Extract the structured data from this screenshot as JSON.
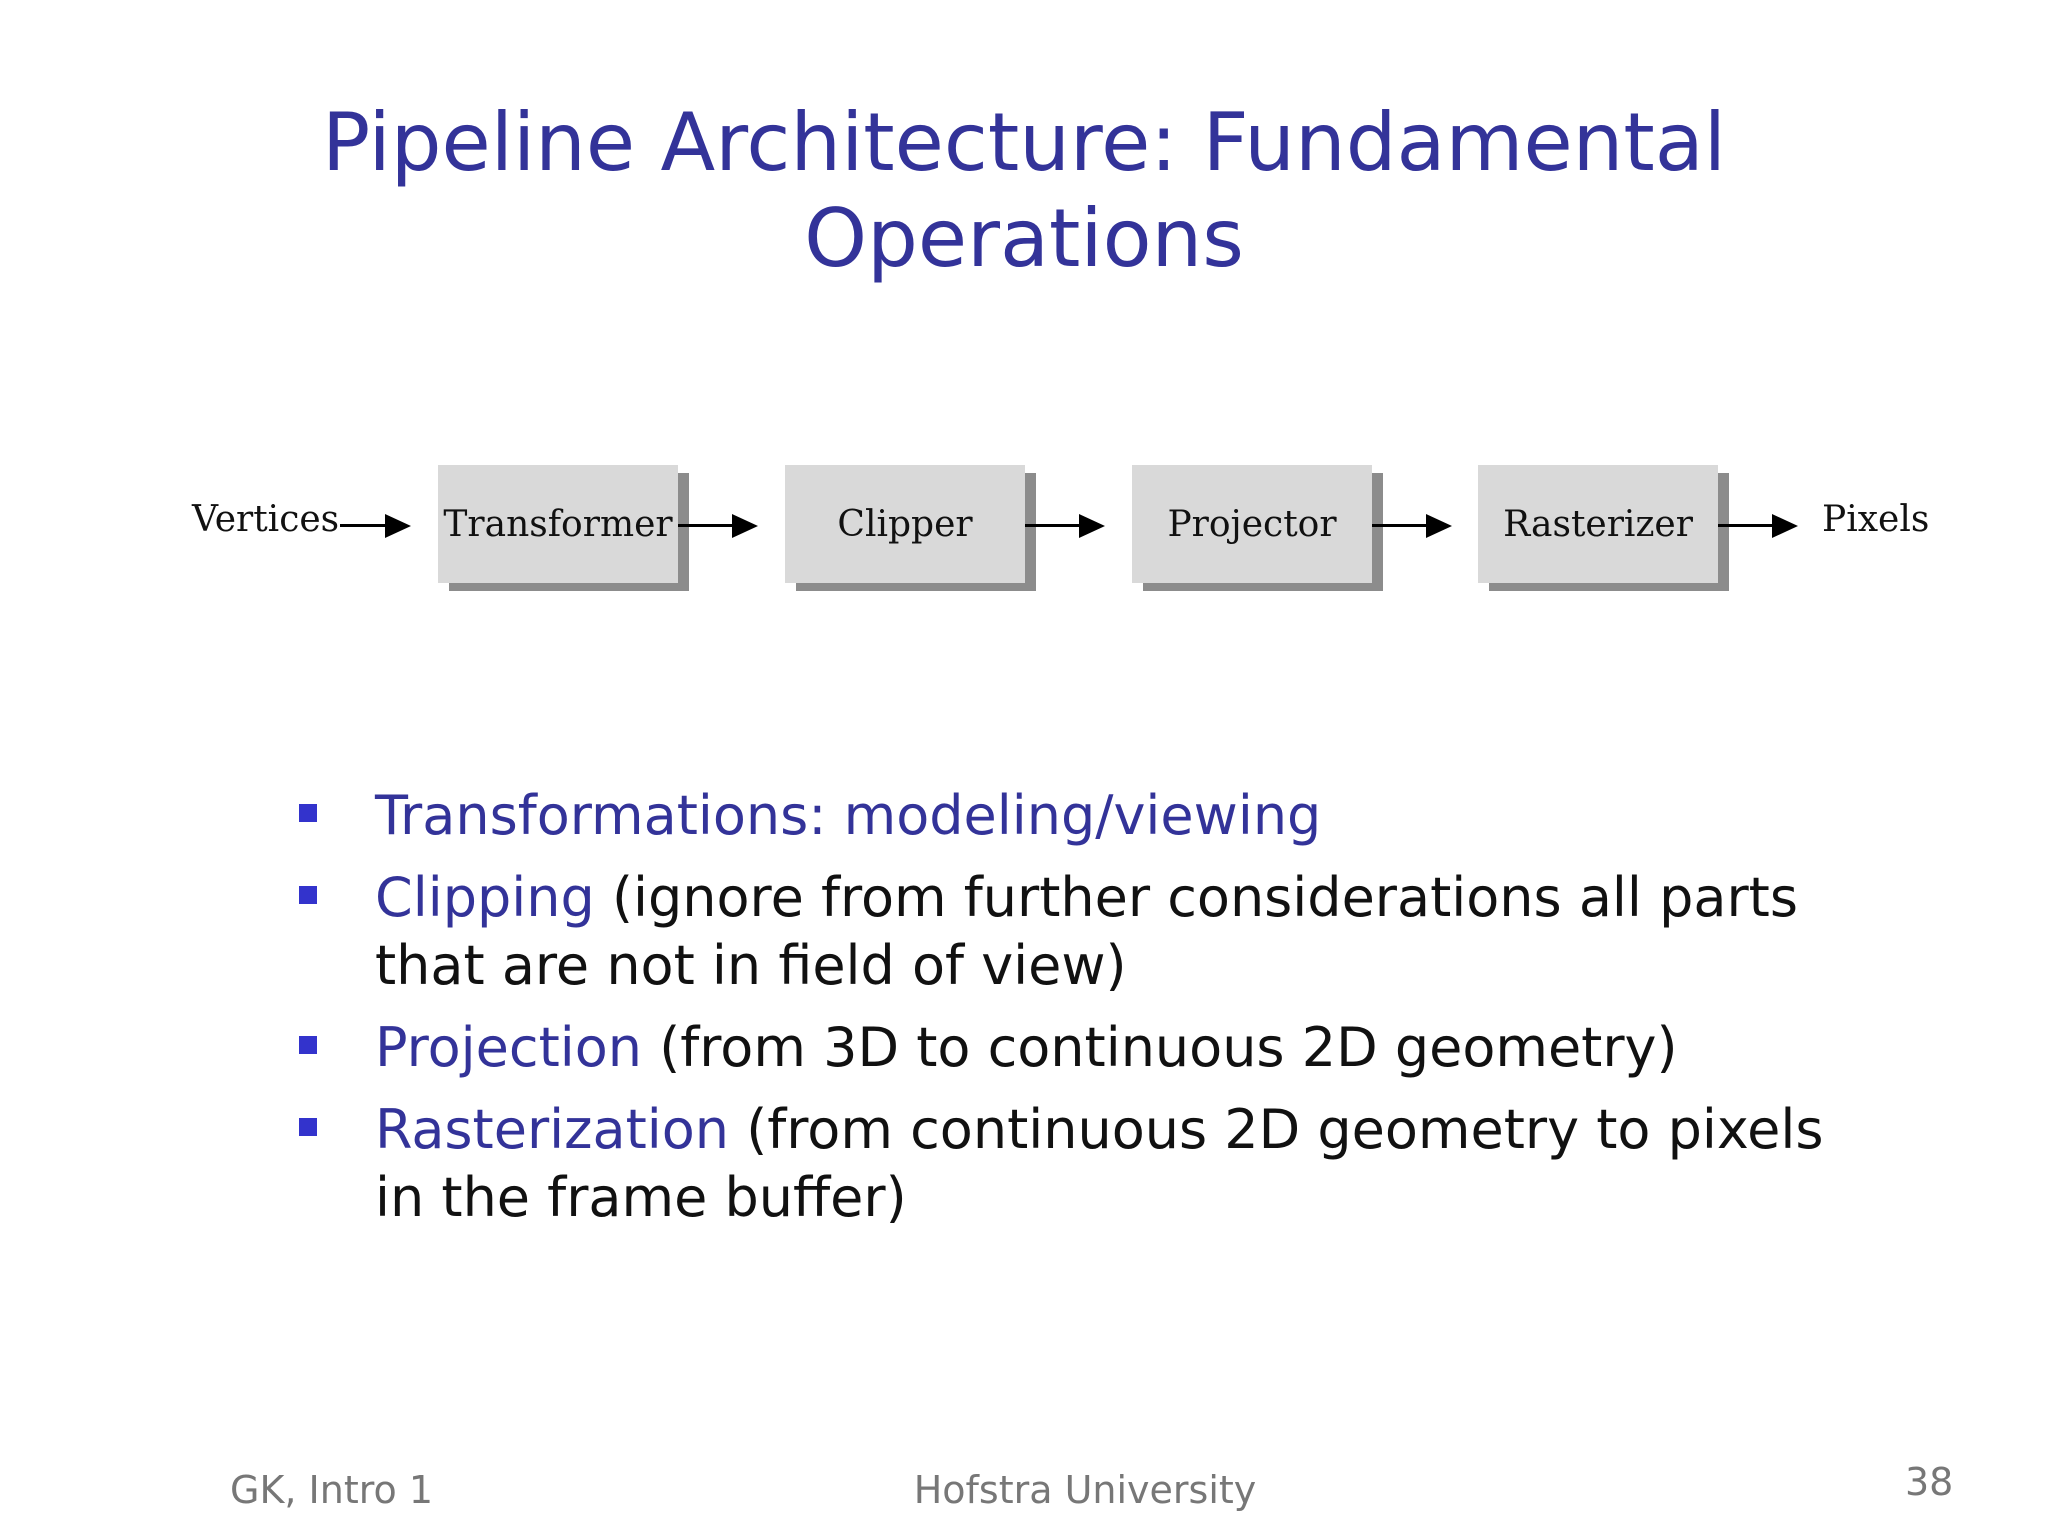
{
  "slide": {
    "title_line1": "Pipeline Architecture: Fundamental",
    "title_line2": "Operations"
  },
  "diagram": {
    "input_label": "Vertices",
    "stages": [
      "Transformer",
      "Clipper",
      "Projector",
      "Rasterizer"
    ],
    "output_label": "Pixels"
  },
  "bullets": [
    {
      "term": "Transformations: modeling/viewing",
      "rest": ""
    },
    {
      "term": "Clipping",
      "rest": " (ignore from further considerations all parts that are not in field of view)"
    },
    {
      "term": "Projection",
      "rest": "  (from 3D to continuous 2D geometry)"
    },
    {
      "term": "Rasterization",
      "rest": "  (from continuous 2D geometry to pixels in the frame buffer)"
    }
  ],
  "footer": {
    "left": "GK, Intro 1",
    "center": "Hofstra University",
    "page_number": "38"
  },
  "colors": {
    "title": "#333399",
    "term": "#333399",
    "bullet": "#3333cc",
    "stage_box": "#d9d9d9",
    "stage_shadow": "#8c8c8c",
    "footer": "#777777"
  }
}
